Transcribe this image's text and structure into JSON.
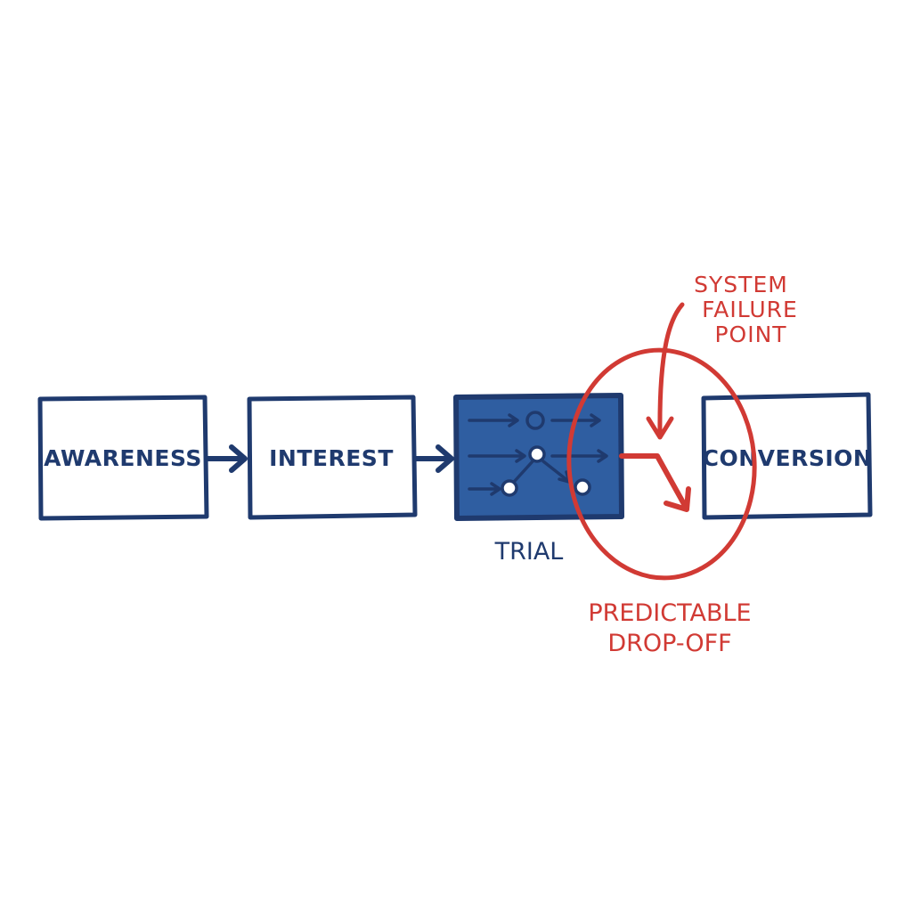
{
  "diagram": {
    "stages": [
      {
        "id": "awareness",
        "label": "AWARENESS"
      },
      {
        "id": "interest",
        "label": "INTEREST"
      },
      {
        "id": "trial",
        "label": "TRIAL"
      },
      {
        "id": "conversion",
        "label": "CONVERSION"
      }
    ],
    "annotations": {
      "failure_point": [
        "SYSTEM",
        "FAILURE",
        "POINT"
      ],
      "drop_off": [
        "PREDICTABLE",
        "DROP-OFF"
      ]
    },
    "colors": {
      "ink": "#1f3a6e",
      "trial_fill": "#2f5ea1",
      "accent": "#d13a34",
      "paper": "#ffffff"
    }
  }
}
